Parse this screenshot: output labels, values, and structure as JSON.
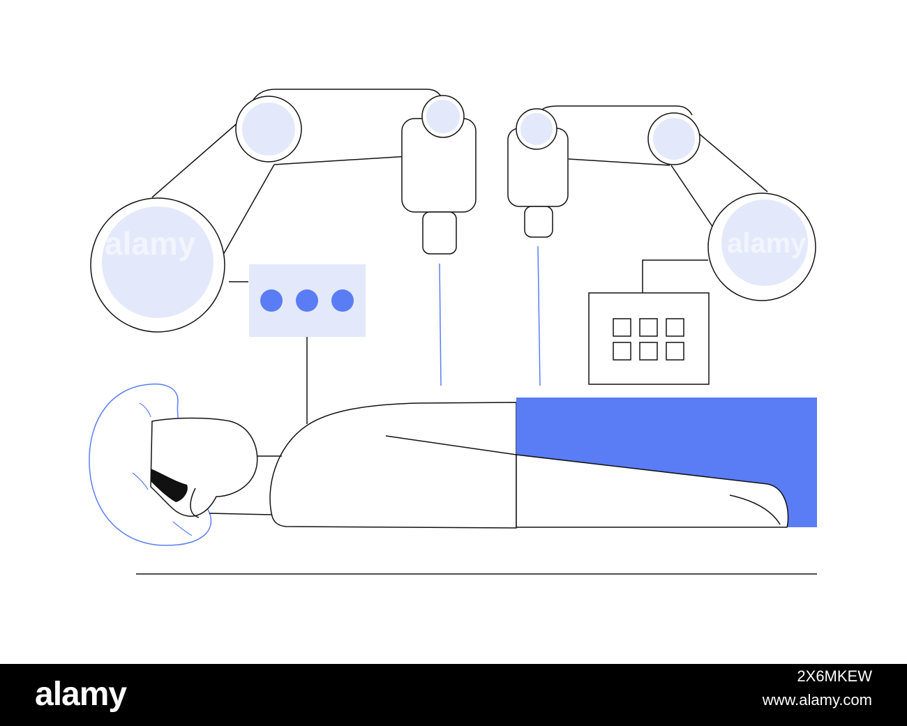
{
  "colors": {
    "background": "#ffffff",
    "outline": "#111111",
    "pale_blue": "#e3e9fb",
    "accent_blue": "#5a7cf5",
    "footer": "#000000",
    "footer_text": "#ffffff"
  },
  "watermark": {
    "text": "alamy"
  },
  "footer": {
    "logo": "alamy",
    "image_id": "2X6MKEW",
    "site": "www.alamy.com"
  }
}
